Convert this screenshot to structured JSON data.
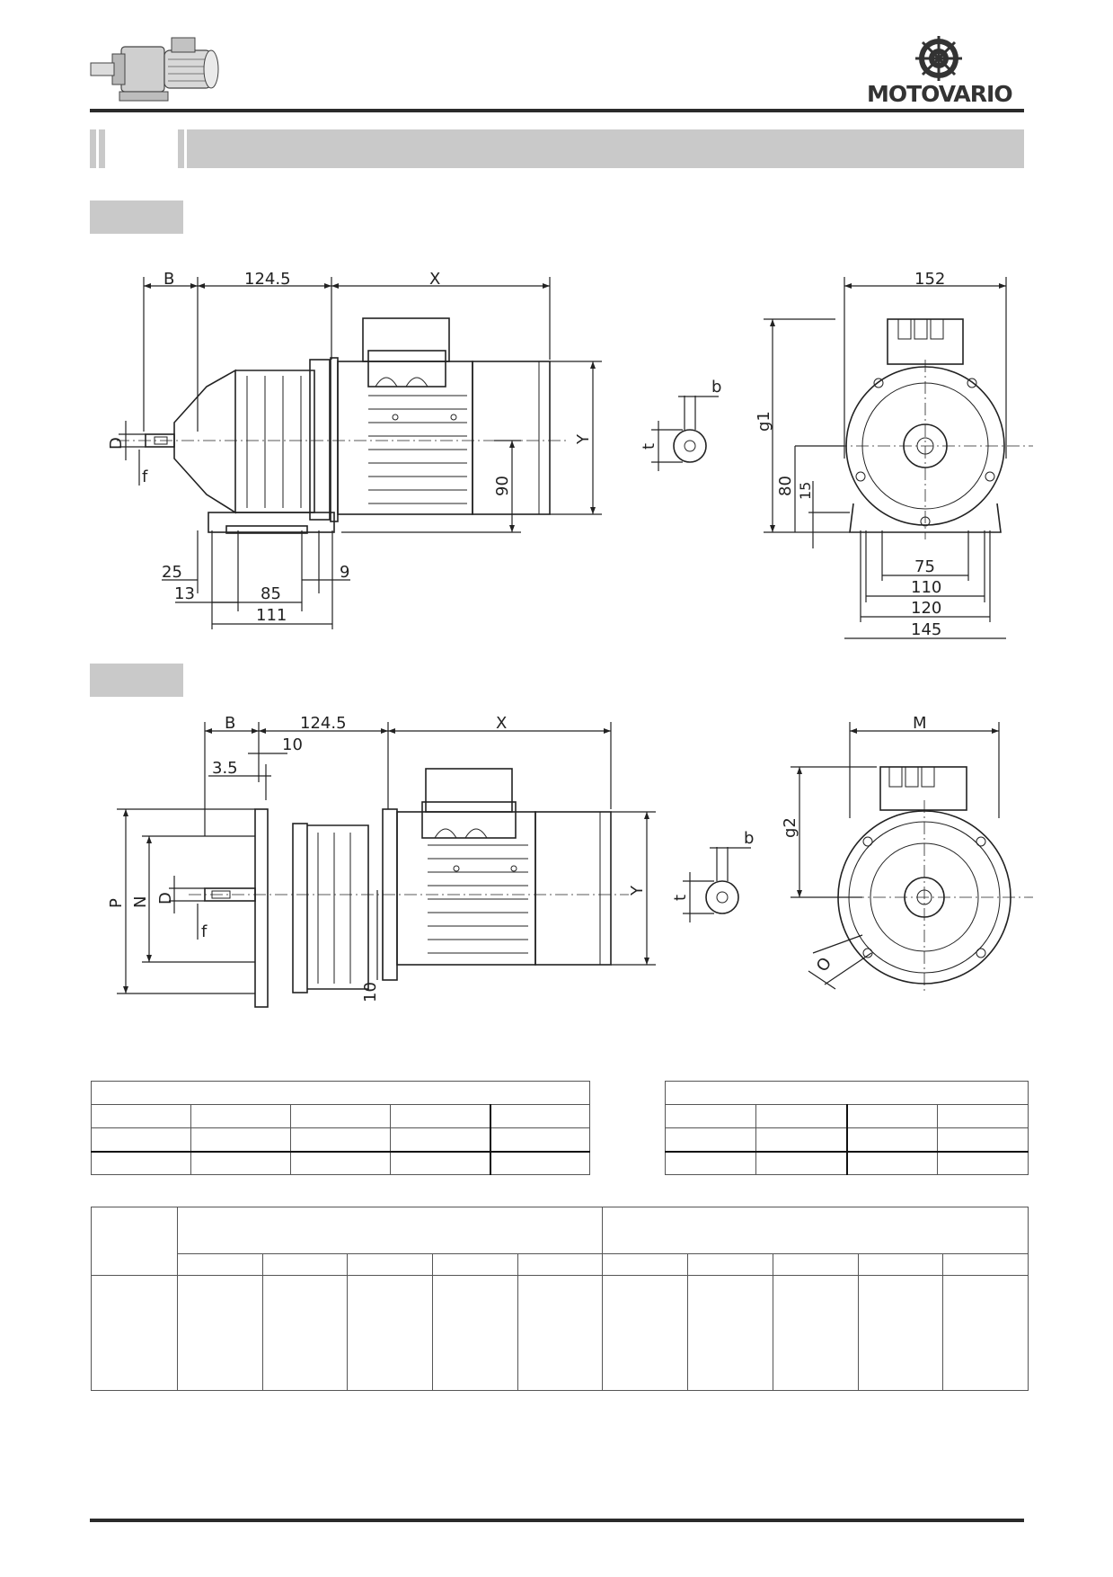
{
  "brand": {
    "logo_text": "MOTOVARIO",
    "product_image": "gearmotor-photo"
  },
  "header": {
    "section_code": "",
    "section_title": ""
  },
  "drawing_1": {
    "label": "",
    "side_view": {
      "top_dims": [
        "B",
        "124.5",
        "X"
      ],
      "left_dims": [
        "D",
        "f"
      ],
      "right_dims": [
        "Y",
        "90"
      ],
      "bottom_dims": [
        "25",
        "13",
        "85",
        "111",
        "9"
      ]
    },
    "shaft_key": {
      "labels": [
        "b",
        "t"
      ]
    },
    "end_view": {
      "top_dim": "152",
      "side_dims": [
        "g1",
        "80",
        "15"
      ],
      "bottom_dims": [
        "75",
        "110",
        "120",
        "145"
      ]
    }
  },
  "drawing_2": {
    "label": "",
    "side_view": {
      "top_dims": [
        "B",
        "124.5",
        "X",
        "10",
        "3.5"
      ],
      "left_dims": [
        "P",
        "N",
        "D",
        "f"
      ],
      "right_dims": [
        "Y"
      ],
      "bottom_dims": [
        "10"
      ]
    },
    "shaft_key": {
      "labels": [
        "b",
        "t"
      ]
    },
    "end_view": {
      "top_dim": "M",
      "side_dims": [
        "g2"
      ],
      "hole_dim": "O"
    }
  },
  "table_shaft": {
    "title": "",
    "rows": [
      [
        "",
        "",
        "",
        "",
        ""
      ],
      [
        "",
        "",
        "",
        "",
        ""
      ],
      [
        "",
        "",
        "",
        "",
        ""
      ]
    ]
  },
  "table_key": {
    "title": "",
    "rows": [
      [
        "",
        "",
        "",
        ""
      ],
      [
        "",
        "",
        "",
        ""
      ],
      [
        "",
        "",
        "",
        ""
      ]
    ]
  },
  "table_motor": {
    "corner_header": "",
    "group_headers": [
      "",
      ""
    ],
    "column_headers": [
      "",
      "",
      "",
      "",
      "",
      "",
      "",
      "",
      "",
      ""
    ],
    "rows": [
      [
        "",
        "",
        "",
        "",
        "",
        "",
        "",
        "",
        "",
        "",
        ""
      ]
    ]
  }
}
